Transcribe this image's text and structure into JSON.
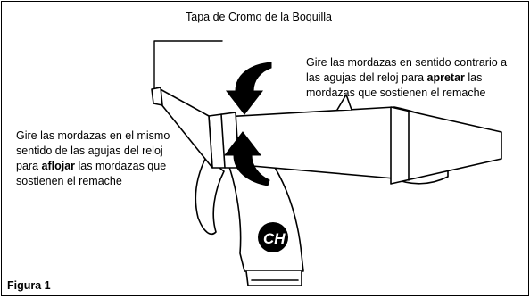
{
  "labels": {
    "nozzle": "Tapa de Cromo de la Boquilla",
    "tighten": {
      "line1": "Gire las mordazas en sentido contrario a",
      "line2_pre": "las agujas del reloj para ",
      "line2_bold": "apretar",
      "line2_post": " las",
      "line3": "mordazas que sostienen el remache"
    },
    "loosen": {
      "line1": "Gire las mordazas en el mismo",
      "line2": "sentido de las agujas del reloj",
      "line3_pre": "para ",
      "line3_bold": "aflojar",
      "line3_post": " las mordazas que",
      "line4": "sostienen el remache"
    },
    "caption": "Figura 1"
  },
  "colors": {
    "ink": "#000000",
    "paper": "#ffffff"
  },
  "icons": [
    "arrow-counterclockwise-icon",
    "arrow-clockwise-icon",
    "ch-logo-icon"
  ]
}
